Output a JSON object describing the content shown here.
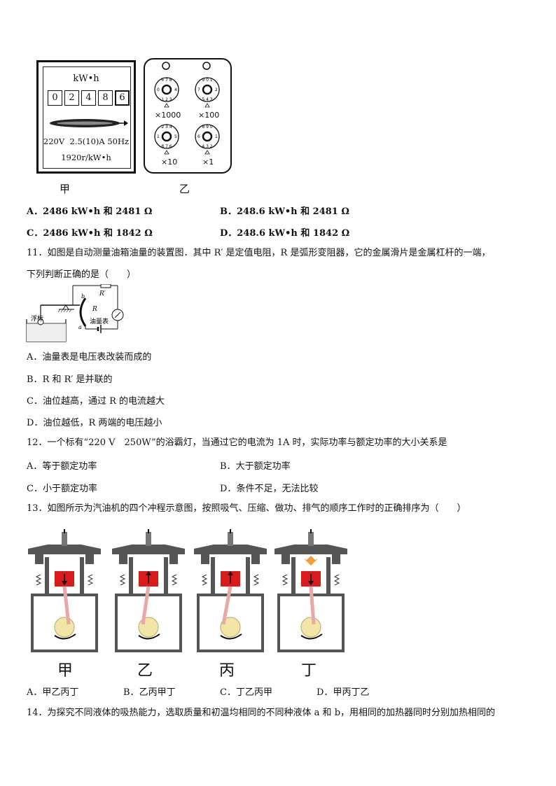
{
  "figure_meter": {
    "unit": "kW•h",
    "digits": [
      "0",
      "2",
      "4",
      "8",
      "6"
    ],
    "spec_line": "220V  2.5(10)A 50Hz",
    "rev_line": "1920r/kW•h",
    "caption": "甲"
  },
  "figure_box": {
    "dials": [
      {
        "mult": "×1000"
      },
      {
        "mult": "×100"
      },
      {
        "mult": "×10"
      },
      {
        "mult": "×1"
      }
    ],
    "caption": "乙"
  },
  "q10": {
    "options": [
      {
        "key": "A．",
        "text": "2486 kW•h 和 2481 Ω"
      },
      {
        "key": "B．",
        "text": "248.6 kW•h 和 2481 Ω"
      },
      {
        "key": "C．",
        "text": "2486 kW•h 和 1842 Ω"
      },
      {
        "key": "D．",
        "text": "248.6 kW•h 和 1842 Ω"
      }
    ]
  },
  "q11": {
    "stem_line1": "11．如图是自动测量油箱油量的装置图．其中 R′ 是定值电阻，R 是弧形变阻器，它的金属滑片是金属杠杆的一端，",
    "stem_line2": "下列判断正确的是（　　）",
    "figure_labels": {
      "b": "b",
      "a": "a",
      "R": "R",
      "Rp": "R′",
      "float": "浮标",
      "gauge": "油量表"
    },
    "options": [
      {
        "key": "A．",
        "text": "油量表是电压表改装而成的"
      },
      {
        "key": "B．",
        "text": "R 和 R′ 是并联的"
      },
      {
        "key": "C．",
        "text": "油位越高，通过 R 的电流越大"
      },
      {
        "key": "D．",
        "text": "油位越低，R 两端的电压越小"
      }
    ]
  },
  "q12": {
    "stem": "12．一个标有“220 V　250W”的浴霸灯，当通过它的电流为 1A 时，实际功率与额定功率的大小关系是",
    "options": [
      {
        "key": "A．",
        "text": "等于额定功率"
      },
      {
        "key": "B．",
        "text": "大于额定功率"
      },
      {
        "key": "C．",
        "text": "小于额定功率"
      },
      {
        "key": "D．",
        "text": "条件不足，无法比较"
      }
    ]
  },
  "q13": {
    "stem": "13．如图所示为汽油机的四个冲程示意图，按照吸气、压缩、做功、排气的顺序工作时的正确排序为（　　）",
    "engines": [
      {
        "caption": "甲"
      },
      {
        "caption": "乙"
      },
      {
        "caption": "丙"
      },
      {
        "caption": "丁"
      }
    ],
    "options": [
      {
        "key": "A．",
        "text": "甲乙丙丁"
      },
      {
        "key": "B．",
        "text": "乙丙甲丁"
      },
      {
        "key": "C．",
        "text": "丁乙丙甲"
      },
      {
        "key": "D．",
        "text": "甲丙丁乙"
      }
    ]
  },
  "q14": {
    "stem": "14．为探究不同液体的吸热能力，选取质量和初温均相同的不同种液体 a 和 b，用相同的加热器同时分别加热相同的"
  }
}
